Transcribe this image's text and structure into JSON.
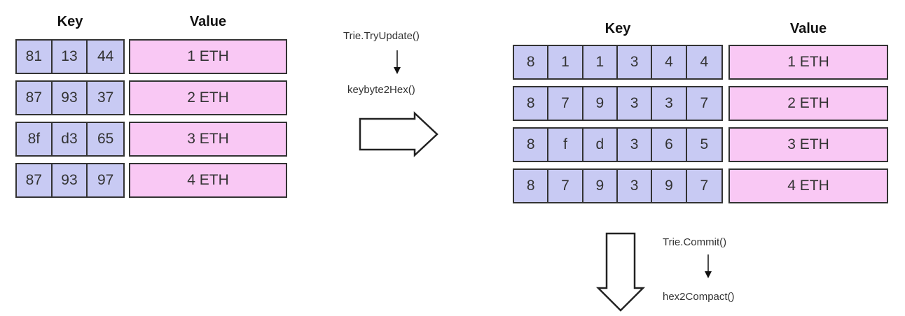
{
  "left_table": {
    "key_header": "Key",
    "value_header": "Value",
    "rows": [
      {
        "keys": [
          "81",
          "13",
          "44"
        ],
        "value": "1 ETH"
      },
      {
        "keys": [
          "87",
          "93",
          "37"
        ],
        "value": "2 ETH"
      },
      {
        "keys": [
          "8f",
          "d3",
          "65"
        ],
        "value": "3 ETH"
      },
      {
        "keys": [
          "87",
          "93",
          "97"
        ],
        "value": "4 ETH"
      }
    ]
  },
  "right_table": {
    "key_header": "Key",
    "value_header": "Value",
    "rows": [
      {
        "keys": [
          "8",
          "1",
          "1",
          "3",
          "4",
          "4"
        ],
        "value": "1 ETH"
      },
      {
        "keys": [
          "8",
          "7",
          "9",
          "3",
          "3",
          "7"
        ],
        "value": "2 ETH"
      },
      {
        "keys": [
          "8",
          "f",
          "d",
          "3",
          "6",
          "5"
        ],
        "value": "3 ETH"
      },
      {
        "keys": [
          "8",
          "7",
          "9",
          "3",
          "9",
          "7"
        ],
        "value": "4 ETH"
      }
    ]
  },
  "step1": {
    "call": "Trie.TryUpdate()",
    "func": "keybyte2Hex()"
  },
  "step2": {
    "call": "Trie.Commit()",
    "func": "hex2Compact()"
  },
  "colors": {
    "key_fill": "#c8caf3",
    "value_fill": "#f9c8f4",
    "border": "#333333"
  }
}
